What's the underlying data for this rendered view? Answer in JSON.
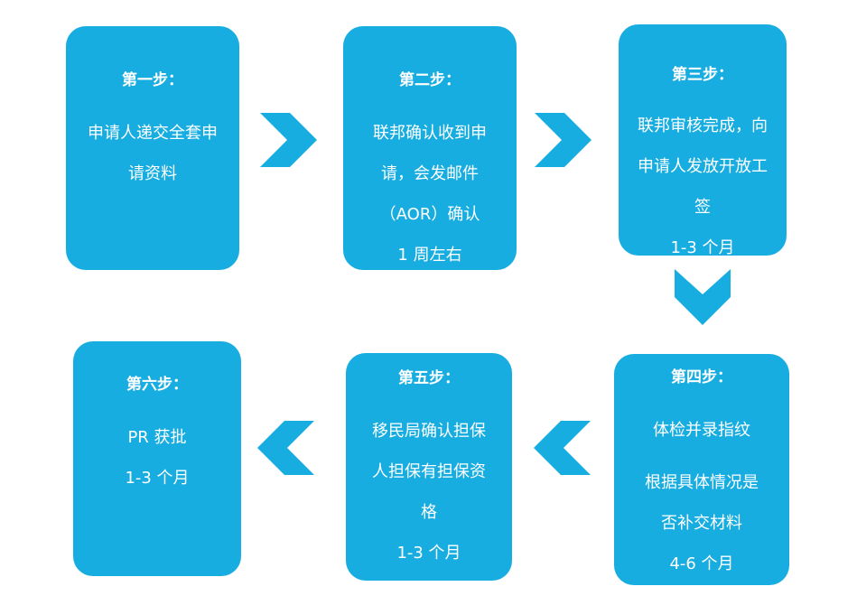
{
  "steps": [
    {
      "title": "第一步：",
      "lines": [
        "申请人递交全套申",
        "请资料"
      ]
    },
    {
      "title": "第二步：",
      "lines": [
        "联邦确认收到申",
        "请，会发邮件",
        "（AOR）确认",
        "1 周左右"
      ]
    },
    {
      "title": "第三步：",
      "lines": [
        "联邦审核完成，向",
        "申请人发放开放工",
        "签",
        "1-3 个月"
      ]
    },
    {
      "title": "第四步：",
      "lines": [
        "体检并录指纹",
        "根据具体情况是",
        "否补交材料",
        "4-6 个月"
      ]
    },
    {
      "title": "第五步：",
      "lines": [
        "移民局确认担保",
        "人担保有担保资",
        "格",
        "1-3 个月"
      ]
    },
    {
      "title": "第六步：",
      "lines": [
        "PR 获批",
        "1-3 个月"
      ]
    }
  ],
  "colors": {
    "box": "#17ade0",
    "arrow": "#17ade0",
    "text": "#ffffff"
  }
}
